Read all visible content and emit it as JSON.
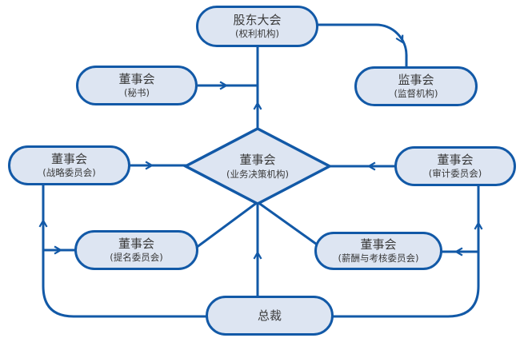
{
  "colors": {
    "line": "#1259a7",
    "node_fill": "#dde5f2",
    "text": "#3a3a3a",
    "background": "#ffffff"
  },
  "diagram": {
    "nodes": [
      {
        "id": "shareholders",
        "shape": "stadium",
        "title": "股东大会",
        "subtitle": "(权利机构)"
      },
      {
        "id": "secretary",
        "shape": "stadium",
        "title": "董事会",
        "subtitle": "(秘书)"
      },
      {
        "id": "supervisors",
        "shape": "stadium",
        "title": "监事会",
        "subtitle": "(监督机构)"
      },
      {
        "id": "board",
        "shape": "diamond",
        "title": "董事会",
        "subtitle": "(业务决策机构)"
      },
      {
        "id": "strategy",
        "shape": "stadium",
        "title": "董事会",
        "subtitle": "(战略委员会)"
      },
      {
        "id": "audit",
        "shape": "stadium",
        "title": "董事会",
        "subtitle": "(审计委员会)"
      },
      {
        "id": "nomination",
        "shape": "stadium",
        "title": "董事会",
        "subtitle": "(提名委员会)"
      },
      {
        "id": "compensation",
        "shape": "stadium",
        "title": "董事会",
        "subtitle": "(薪酬与考核委员会)"
      },
      {
        "id": "president",
        "shape": "stadium",
        "title": "总裁",
        "subtitle": ""
      }
    ],
    "edges": [
      {
        "from": "board",
        "to": "shareholders",
        "arrow": true,
        "direction": "up"
      },
      {
        "from": "secretary",
        "to": "shareholders-board-link",
        "arrow": true,
        "direction": "right"
      },
      {
        "from": "shareholders",
        "to": "supervisors",
        "arrow": true,
        "direction": "curve-down"
      },
      {
        "from": "strategy",
        "to": "board",
        "arrow": true,
        "direction": "right"
      },
      {
        "from": "audit",
        "to": "board",
        "arrow": true,
        "direction": "left"
      },
      {
        "from": "board",
        "to": "nomination",
        "arrow": false,
        "direction": "diagonal"
      },
      {
        "from": "board",
        "to": "compensation",
        "arrow": false,
        "direction": "diagonal"
      },
      {
        "from": "president",
        "to": "board",
        "arrow": true,
        "direction": "up"
      },
      {
        "from": "president",
        "to": "strategy",
        "arrow": true,
        "direction": "up"
      },
      {
        "from": "president",
        "to": "nomination",
        "arrow": true,
        "direction": "right"
      },
      {
        "from": "president",
        "to": "audit",
        "arrow": true,
        "direction": "up"
      },
      {
        "from": "president",
        "to": "compensation",
        "arrow": true,
        "direction": "left"
      }
    ]
  }
}
